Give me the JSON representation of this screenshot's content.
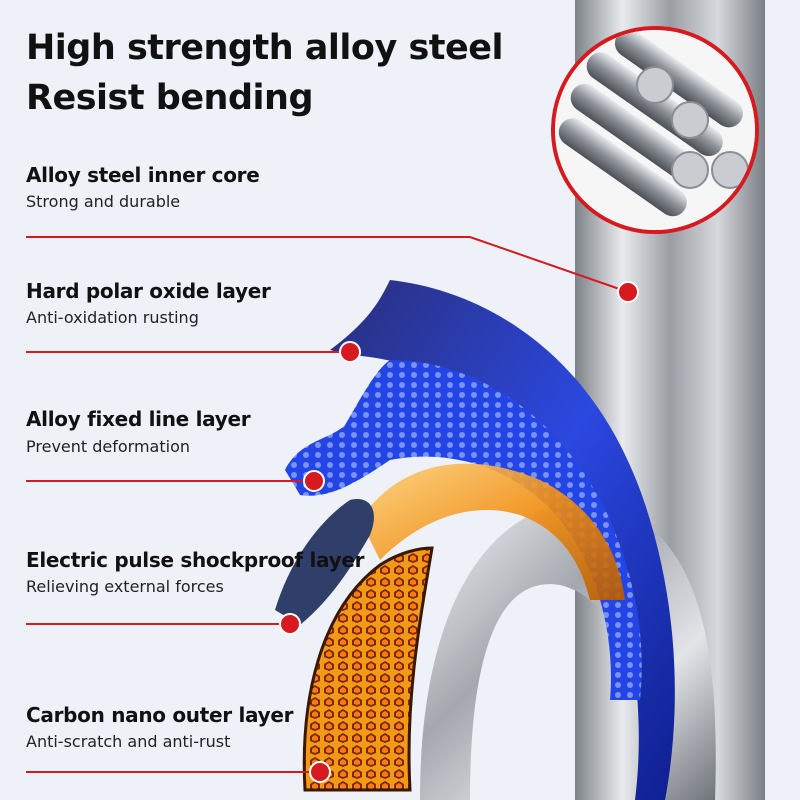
{
  "headline": {
    "line1": "High strength alloy steel",
    "line2": "Resist bending"
  },
  "colors": {
    "accent_red": "#d71920",
    "background": "#eef1f8",
    "steel": "#a9adb3",
    "blue": "#1a3fd6",
    "orange": "#f29a1a"
  },
  "layers": [
    {
      "title": "Alloy steel inner core",
      "subtitle": "Strong and durable"
    },
    {
      "title": "Hard polar oxide layer",
      "subtitle": "Anti-oxidation rusting"
    },
    {
      "title": "Alloy fixed line layer",
      "subtitle": "Prevent deformation"
    },
    {
      "title": "Electric pulse shockproof layer",
      "subtitle": "Relieving external forces"
    },
    {
      "title": "Carbon nano outer layer",
      "subtitle": "Anti-scratch and anti-rust"
    }
  ],
  "inset": {
    "icon": "steel-rods-icon"
  }
}
